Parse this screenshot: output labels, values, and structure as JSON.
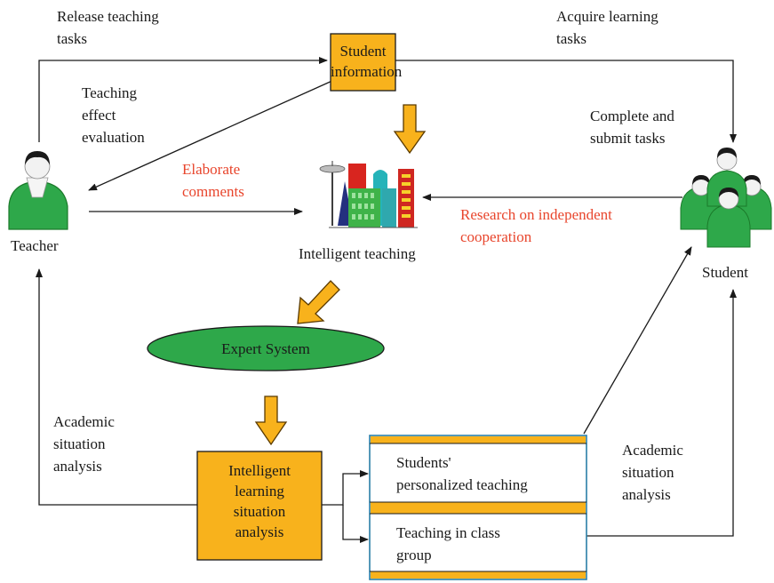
{
  "labels": {
    "release_tasks": [
      "Release teaching",
      "tasks"
    ],
    "acquire_tasks": [
      "Acquire learning",
      "tasks"
    ],
    "teaching_effect": [
      "Teaching",
      "effect",
      "evaluation"
    ],
    "complete_submit": [
      "Complete and",
      "submit tasks"
    ],
    "elaborate_comments": [
      "Elaborate",
      "comments"
    ],
    "research": [
      "Research on independent",
      "cooperation"
    ],
    "teacher": "Teacher",
    "student": "Student",
    "intelligent_teaching": "Intelligent teaching",
    "academic_left": [
      "Academic",
      "situation",
      "analysis"
    ],
    "academic_right": [
      "Academic",
      "situation",
      "analysis"
    ]
  },
  "nodes": {
    "student_information": [
      "Student",
      "information"
    ],
    "expert_system": "Expert System",
    "intelligent_learning": [
      "Intelligent",
      "learning",
      "situation",
      "analysis"
    ],
    "personalized": [
      "Students'",
      "personalized teaching"
    ],
    "class_group": [
      "Teaching in class",
      "group"
    ]
  },
  "colors": {
    "orange": "#f8b21c",
    "orange_border": "#c07a00",
    "green": "#3ab54a",
    "green_dark": "#1b7a2a",
    "red_text": "#e8452c",
    "teal_border": "#2a7fa6"
  }
}
